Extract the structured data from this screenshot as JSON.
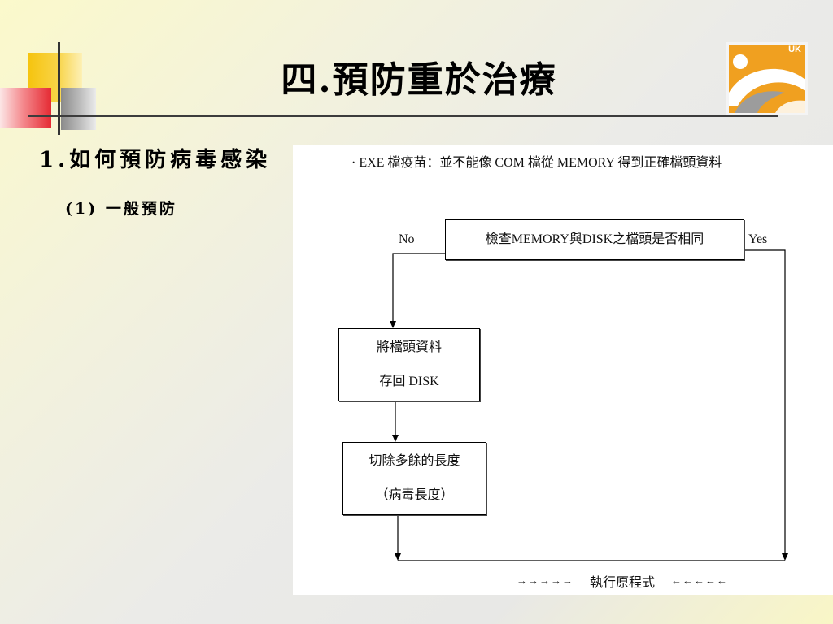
{
  "slide": {
    "title": "四.預防重於治療",
    "section_heading": "1.如何預防病毒感染",
    "sub_heading": "(1) 一般預防"
  },
  "logo": {
    "text": "UK",
    "icon": "uk-logo-icon"
  },
  "flowchart": {
    "note": "· EXE 檔疫苗：並不能像 COM 檔從 MEMORY 得到正確檔頭資料",
    "decision": "檢查MEMORY與DISK之檔頭是否相同",
    "no_label": "No",
    "yes_label": "Yes",
    "restore_box": {
      "line1": "將檔頭資料",
      "line2": "存回 DISK"
    },
    "truncate_box": {
      "line1": "切除多餘的長度",
      "line2": "（病毒長度）"
    },
    "result": {
      "left_arrows": "→→→→→",
      "label": "執行原程式",
      "right_arrows": "←←←←←"
    }
  },
  "colors": {
    "accent_yellow": "#f6c40f",
    "accent_red": "#e52a33",
    "accent_gray": "#8a8a8a",
    "logo_orange": "#f0a020",
    "rule_line": "#3c3c3c"
  }
}
